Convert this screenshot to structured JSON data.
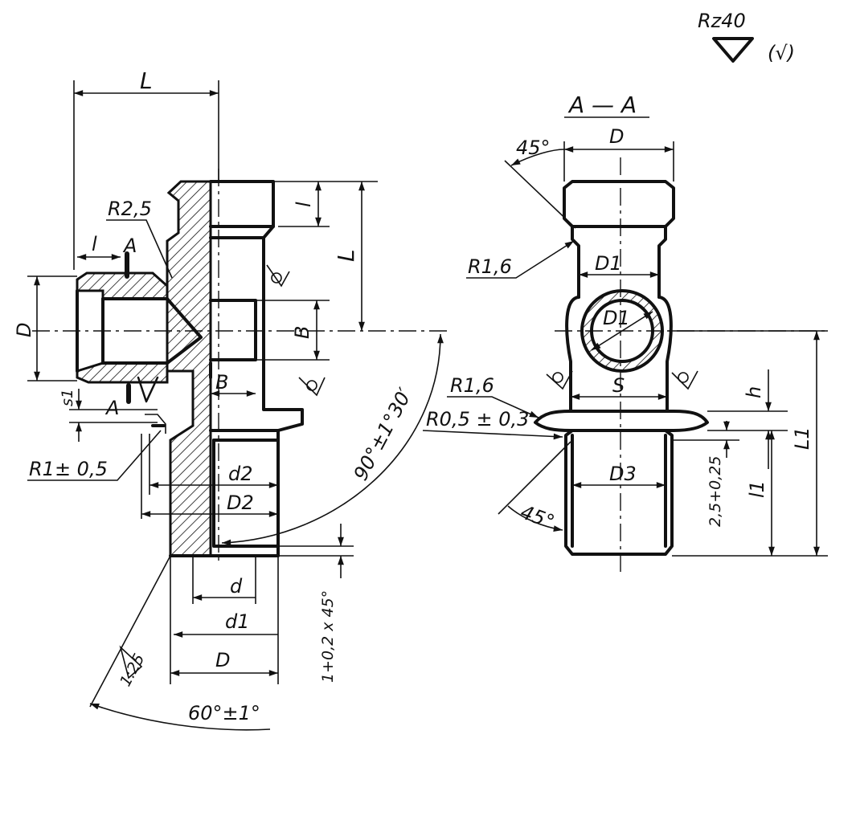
{
  "roughness": {
    "value": "Rz40",
    "general": "(√)"
  },
  "section_title": "A — A",
  "left_view": {
    "dim_L_top": "L",
    "dim_l_top": "l",
    "dim_L_right": "L",
    "dim_l_left": "l",
    "radius_R25": "R2,5",
    "section_A_top": "A",
    "section_A_bottom": "A",
    "dim_D_left": "D",
    "dim_B_right": "B",
    "dim_B_inner": "B",
    "dim_s1": "s1",
    "radius_R1": "R1± 0,5",
    "dim_d2": "d2",
    "dim_D2": "D2",
    "angle_90": "90°±1°30′",
    "chamfer": "1+0,2 x 45°",
    "dim_d": "d",
    "dim_d1": "d1",
    "dim_D_bottom": "D",
    "taper": "1:25",
    "angle_60": "60°±1°"
  },
  "right_view": {
    "angle_45_top": "45°",
    "dim_D_top": "D",
    "radius_R16_top": "R1,6",
    "dim_D1_upper": "D1",
    "dim_D1_circle": "D1",
    "dim_S": "S",
    "radius_R16_bottom": "R1,6",
    "radius_R05": "R0,5 ± 0,3",
    "dim_h": "h",
    "dim_L1": "L1",
    "dim_l1": "l1",
    "dim_25": "2,5+0,25",
    "dim_D3": "D3",
    "angle_45_bottom": "45°"
  }
}
